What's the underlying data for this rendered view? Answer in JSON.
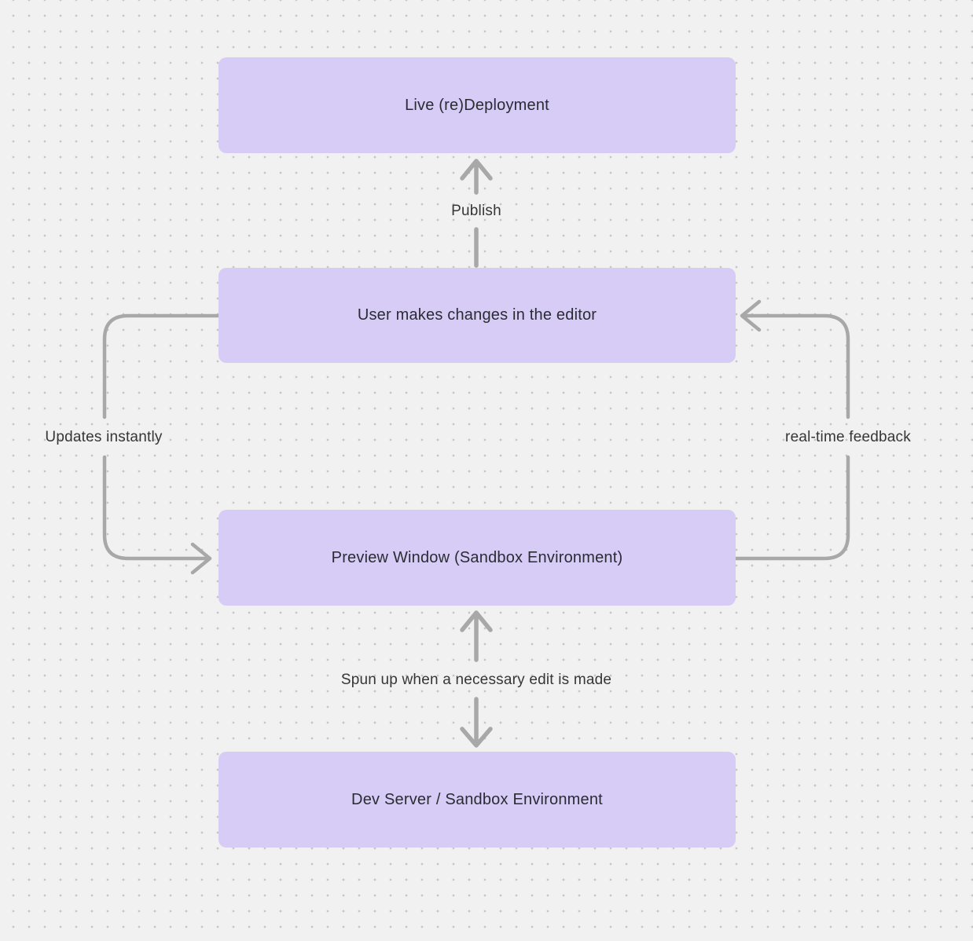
{
  "diagram": {
    "nodes": [
      {
        "id": "live-redeployment",
        "label": "Live (re)Deployment"
      },
      {
        "id": "user-makes-changes",
        "label": "User makes changes in the editor"
      },
      {
        "id": "preview-window",
        "label": "Preview Window (Sandbox Environment)"
      },
      {
        "id": "dev-server",
        "label": "Dev Server / Sandbox Environment"
      }
    ],
    "edges": [
      {
        "id": "publish",
        "from": "user-makes-changes",
        "to": "live-redeployment",
        "label": "Publish"
      },
      {
        "id": "updates-instantly",
        "from": "user-makes-changes",
        "to": "preview-window",
        "label": "Updates instantly"
      },
      {
        "id": "real-time-feedback",
        "from": "preview-window",
        "to": "user-makes-changes",
        "label": "real-time feedback"
      },
      {
        "id": "spun-up",
        "from": "preview-window",
        "to": "dev-server",
        "label": "Spun up when a necessary edit is made"
      }
    ]
  },
  "colors": {
    "background": "#f2f1f1",
    "grid_dot": "#c6c4c4",
    "node_fill": "#d6ccf6",
    "node_text": "#2b2b33",
    "arrow": "#a8a8a8",
    "edge_label_text": "#363636"
  }
}
